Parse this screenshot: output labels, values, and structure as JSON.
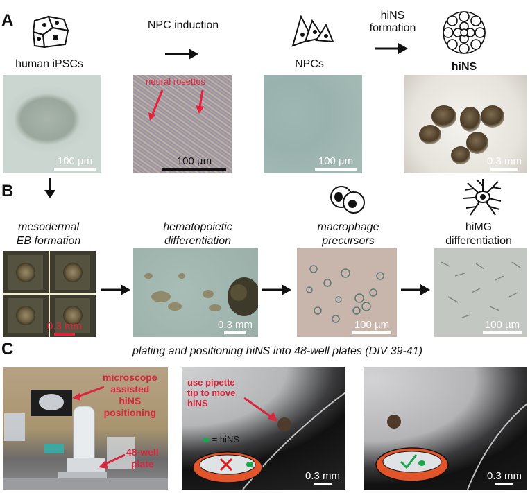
{
  "panels": {
    "a": "A",
    "b": "B",
    "c": "C"
  },
  "row_a": {
    "human_ipscs": "human iPSCs",
    "npc_induction": "NPC induction",
    "npcs": "NPCs",
    "hins_formation_line1": "hiNS",
    "hins_formation_line2": "formation",
    "hins": "hiNS",
    "neural_rosettes": "neural rosettes",
    "scale_100um": "100 µm",
    "scale_03mm": "0.3 mm"
  },
  "row_b": {
    "mesodermal_line1": "mesodermal",
    "mesodermal_line2": "EB formation",
    "hematopoietic_line1": "hematopoietic",
    "hematopoietic_line2": "differentiation",
    "macrophage_line1": "macrophage",
    "macrophage_line2": "precursors",
    "himg_line1": "hiMG",
    "himg_line2": "differentiation",
    "scale_03mm": "0.3 mm",
    "scale_100um": "100 µm"
  },
  "row_c": {
    "title": "plating and positioning hiNS into 48-well plates (DIV 39-41)",
    "microscope_line1": "microscope",
    "microscope_line2": "assisted",
    "microscope_line3": "hiNS",
    "microscope_line4": "positioning",
    "plate_line1": "48-well",
    "plate_line2": "plate",
    "pipette_line1": "use pipette",
    "pipette_line2": "tip to move",
    "pipette_line3": "hiNS",
    "legend_hins": "= hiNS",
    "scale_03mm": "0.3 mm"
  },
  "colors": {
    "accent_red": "#d7263d",
    "dish_orange": "#e2552b",
    "green_dot": "#1aa64b"
  }
}
